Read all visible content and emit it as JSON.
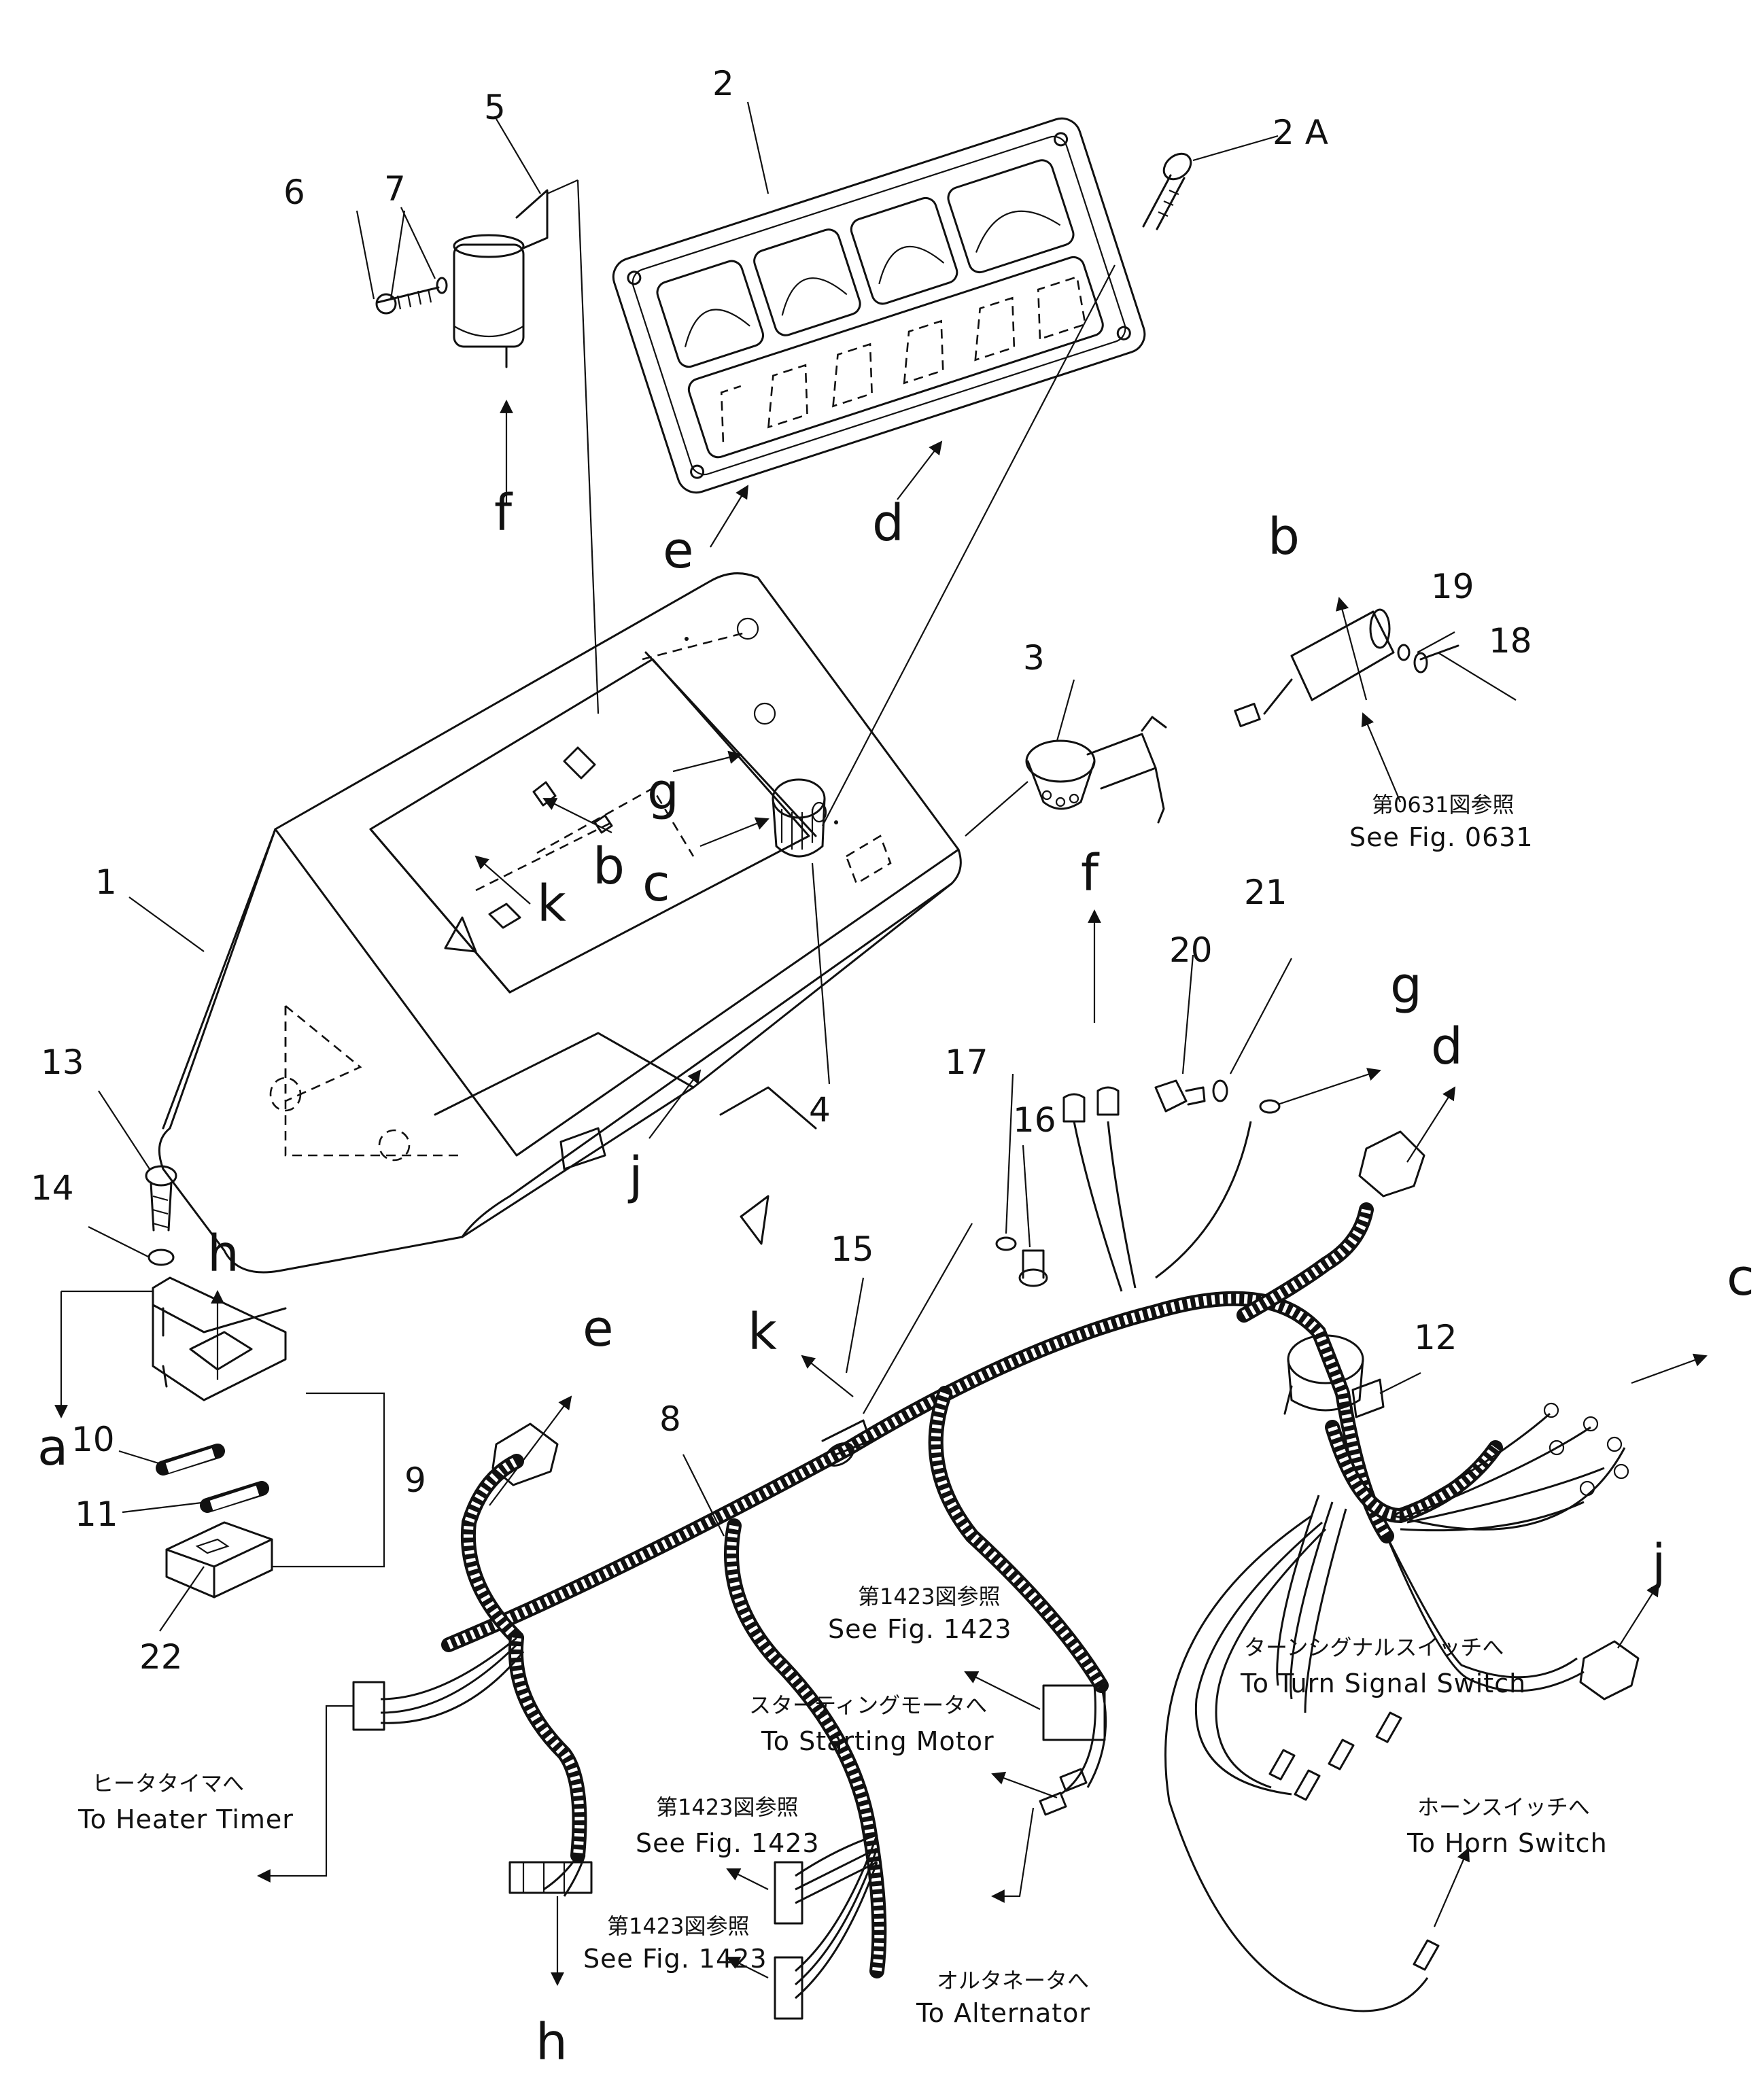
{
  "letters": {
    "a": "a",
    "b": "b",
    "c": "c",
    "d": "d",
    "e": "e",
    "f": "f",
    "g": "g",
    "h": "h",
    "j": "j",
    "k": "k"
  },
  "parts": {
    "p1": "1",
    "p2": "2",
    "p2a": "2 A",
    "p3": "3",
    "p4": "4",
    "p5": "5",
    "p6": "6",
    "p7": "7",
    "p8": "8",
    "p9": "9",
    "p10": "10",
    "p11": "11",
    "p12": "12",
    "p13": "13",
    "p14": "14",
    "p15": "15",
    "p16": "16",
    "p17": "17",
    "p18": "18",
    "p19": "19",
    "p20": "20",
    "p21": "21",
    "p22": "22"
  },
  "notes": {
    "fig0631_jp": "第0631図参照",
    "fig0631_en": "See Fig. 0631",
    "fig1423a_jp": "第1423図参照",
    "fig1423a_en": "See Fig. 1423",
    "fig1423b_jp": "第1423図参照",
    "fig1423b_en": "See Fig. 1423",
    "fig1423c_jp": "第1423図参照",
    "fig1423c_en": "See Fig. 1423",
    "turn_jp": "ターンシグナルスイッチへ",
    "turn_en": "To Turn Signal Switch",
    "start_jp": "スターティングモータへ",
    "start_en": "To Starting Motor",
    "heater_jp": "ヒータタイマへ",
    "heater_en": "To Heater Timer",
    "horn_jp": "ホーンスイッチへ",
    "horn_en": "To Horn Switch",
    "alt_jp": "オルタネータへ",
    "alt_en": "To Alternator"
  }
}
